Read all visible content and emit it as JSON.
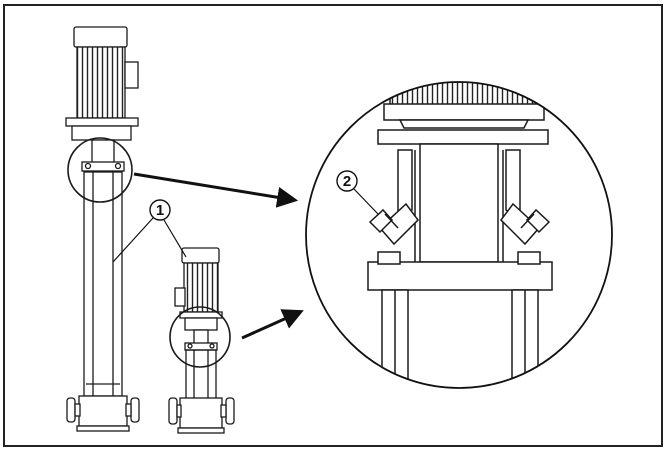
{
  "figure": {
    "callouts": [
      {
        "id": "1",
        "label": "1"
      },
      {
        "id": "2",
        "label": "2"
      }
    ],
    "colors": {
      "line": "#1a1a1a",
      "background": "#ffffff",
      "frame": "#222222"
    },
    "icons": [
      "arrow-right-icon",
      "arrow-up-right-icon"
    ]
  }
}
